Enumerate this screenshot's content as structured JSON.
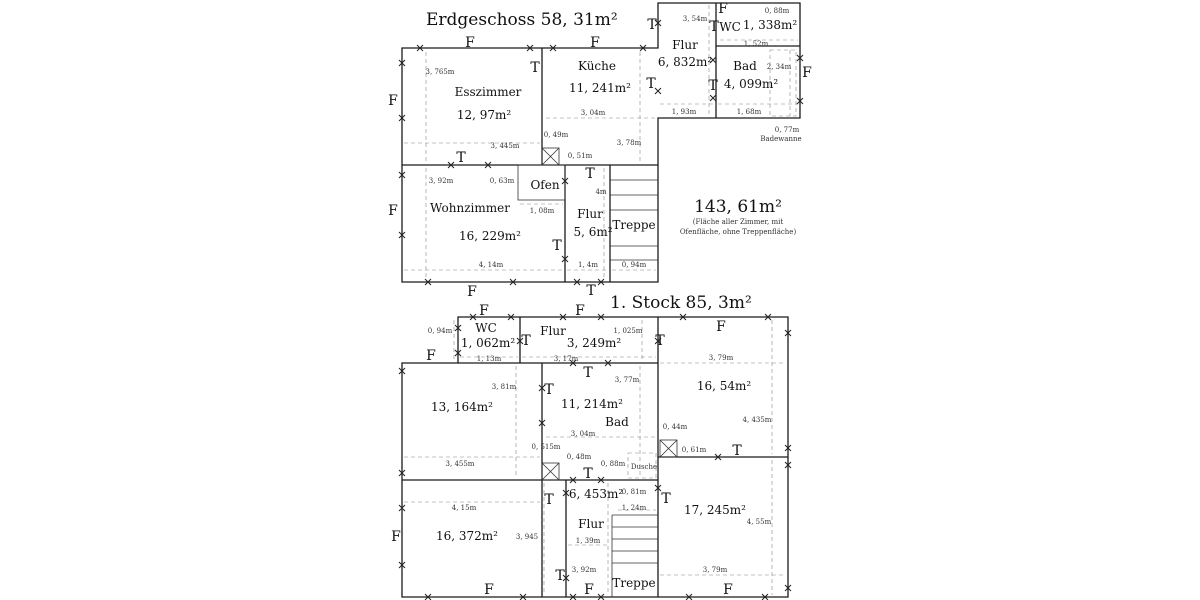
{
  "floors": {
    "ground": {
      "title": "Erdgeschoss 58, 31m²",
      "rooms": {
        "esszimmer": {
          "name": "Esszimmer",
          "area": "12, 97m²"
        },
        "kueche": {
          "name": "Küche",
          "area": "11, 241m²"
        },
        "flur_top": {
          "name": "Flur",
          "area": "6, 832m²"
        },
        "wc": {
          "name": "WC",
          "area": "1, 338m²"
        },
        "bad": {
          "name": "Bad",
          "area": "4, 099m²"
        },
        "wohnzimmer": {
          "name": "Wohnzimmer",
          "area": "16, 229m²"
        },
        "ofen": {
          "name": "Ofen"
        },
        "flur_mid": {
          "name": "Flur",
          "area": "5, 6m²"
        },
        "treppe": {
          "name": "Treppe"
        }
      },
      "badewanne": "Badewanne",
      "dims": [
        "3, 765m",
        "3, 04m",
        "0, 49m",
        "3, 445m",
        "0, 51m",
        "3, 78m",
        "3, 54m",
        "0, 88m",
        "1, 52m",
        "2, 34m",
        "1, 93m",
        "1, 68m",
        "0, 77m",
        "3, 92m",
        "0, 63m",
        "1, 08m",
        "4m",
        "4, 14m",
        "1, 4m",
        "0, 94m"
      ]
    },
    "total": {
      "area": "143, 61m²",
      "note_line1": "(Fläche aller Zimmer, mit",
      "note_line2": "Ofenfläche, ohne Treppenfläche)"
    },
    "first": {
      "title": "1. Stock 85, 3m²",
      "rooms": {
        "wc": {
          "name": "WC",
          "area": "1, 062m²"
        },
        "flur_top": {
          "name": "Flur",
          "area": "3, 249m²"
        },
        "room_left": {
          "area": "13, 164m²"
        },
        "bad": {
          "name": "Bad",
          "area": "11, 214m²"
        },
        "room_right_top": {
          "area": "16, 54m²"
        },
        "dusche": {
          "name": "Dusche"
        },
        "room_left_bottom": {
          "area": "16, 372m²"
        },
        "flur_bottom": {
          "name": "Flur",
          "area": "6, 453m²"
        },
        "room_right_bottom": {
          "area": "17, 245m²"
        },
        "treppe": {
          "name": "Treppe"
        }
      },
      "dims": [
        "0, 94m",
        "1, 13m",
        "3, 17m",
        "1, 025m",
        "3, 79m",
        "3, 81m",
        "3, 77m",
        "3, 04m",
        "0, 44m",
        "0, 61m",
        "4, 435m",
        "0, 515m",
        "0, 48m",
        "0, 88m",
        "3, 455m",
        "0, 81m",
        "1, 24m",
        "4, 15m",
        "4, 55m",
        "3, 945",
        "1, 39m",
        "3, 92m",
        "3, 79m"
      ]
    }
  },
  "symbols": {
    "door": "T",
    "window": "F"
  }
}
